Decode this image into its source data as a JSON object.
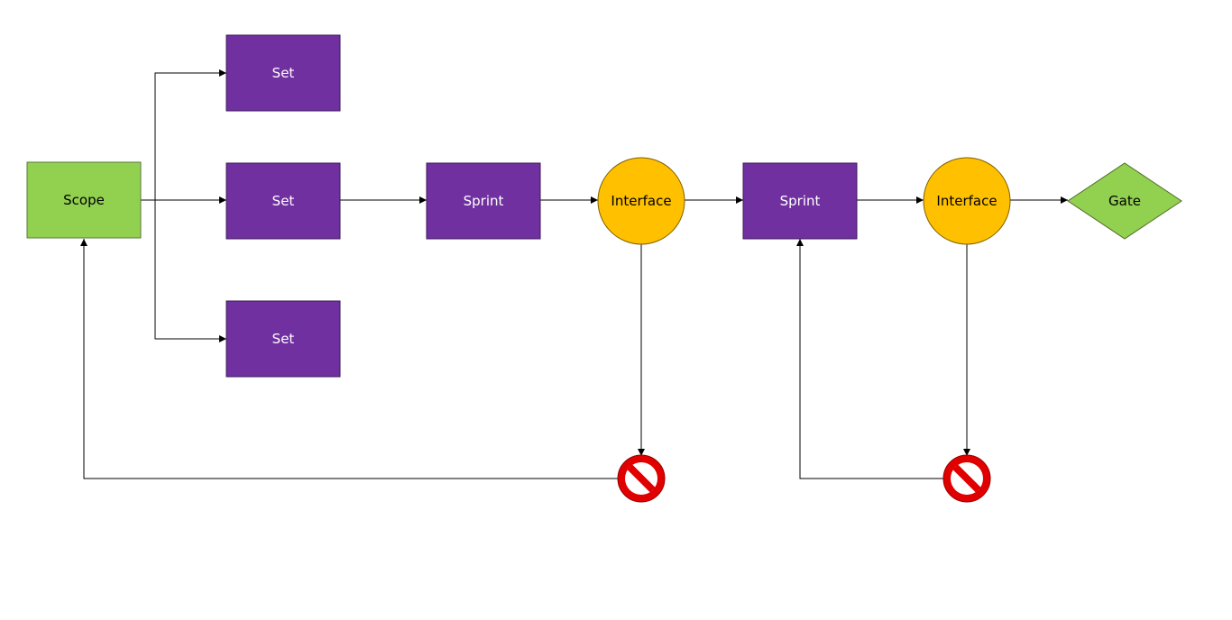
{
  "colors": {
    "start_fill": "#92d050",
    "start_stroke": "#5a7a3a",
    "task_fill": "#7030a0",
    "task_stroke": "#3d1a5a",
    "decision_fill": "#ffc000",
    "decision_stroke": "#7f6000",
    "gate_fill": "#92d050",
    "gate_stroke": "#4f6b28",
    "stop_fill": "#e00000",
    "stop_ring": "#ff0000",
    "light_text": "#ffffff",
    "dark_text": "#000000",
    "edge": "#000000"
  },
  "diagram": {
    "nodes": [
      {
        "id": "scope",
        "label": "Scope",
        "kind": "start"
      },
      {
        "id": "set-top",
        "label": "Set",
        "kind": "task"
      },
      {
        "id": "set-middle",
        "label": "Set",
        "kind": "task"
      },
      {
        "id": "set-bottom",
        "label": "Set",
        "kind": "task"
      },
      {
        "id": "sprint-1",
        "label": "Sprint",
        "kind": "task"
      },
      {
        "id": "interface-1",
        "label": "Interface",
        "kind": "decision"
      },
      {
        "id": "sprint-2",
        "label": "Sprint",
        "kind": "task"
      },
      {
        "id": "interface-2",
        "label": "Interface",
        "kind": "decision"
      },
      {
        "id": "gate",
        "label": "Gate",
        "kind": "gate"
      },
      {
        "id": "stop-1",
        "label": "",
        "kind": "stop",
        "icon": "no-entry-icon"
      },
      {
        "id": "stop-2",
        "label": "",
        "kind": "stop",
        "icon": "no-entry-icon"
      }
    ],
    "edges": [
      {
        "from": "scope",
        "to": "set-top"
      },
      {
        "from": "scope",
        "to": "set-middle"
      },
      {
        "from": "scope",
        "to": "set-bottom"
      },
      {
        "from": "set-middle",
        "to": "sprint-1"
      },
      {
        "from": "sprint-1",
        "to": "interface-1"
      },
      {
        "from": "interface-1",
        "to": "sprint-2"
      },
      {
        "from": "sprint-2",
        "to": "interface-2"
      },
      {
        "from": "interface-2",
        "to": "gate"
      },
      {
        "from": "interface-1",
        "to": "stop-1"
      },
      {
        "from": "stop-1",
        "to": "scope"
      },
      {
        "from": "interface-2",
        "to": "stop-2"
      },
      {
        "from": "stop-2",
        "to": "sprint-2"
      }
    ]
  }
}
